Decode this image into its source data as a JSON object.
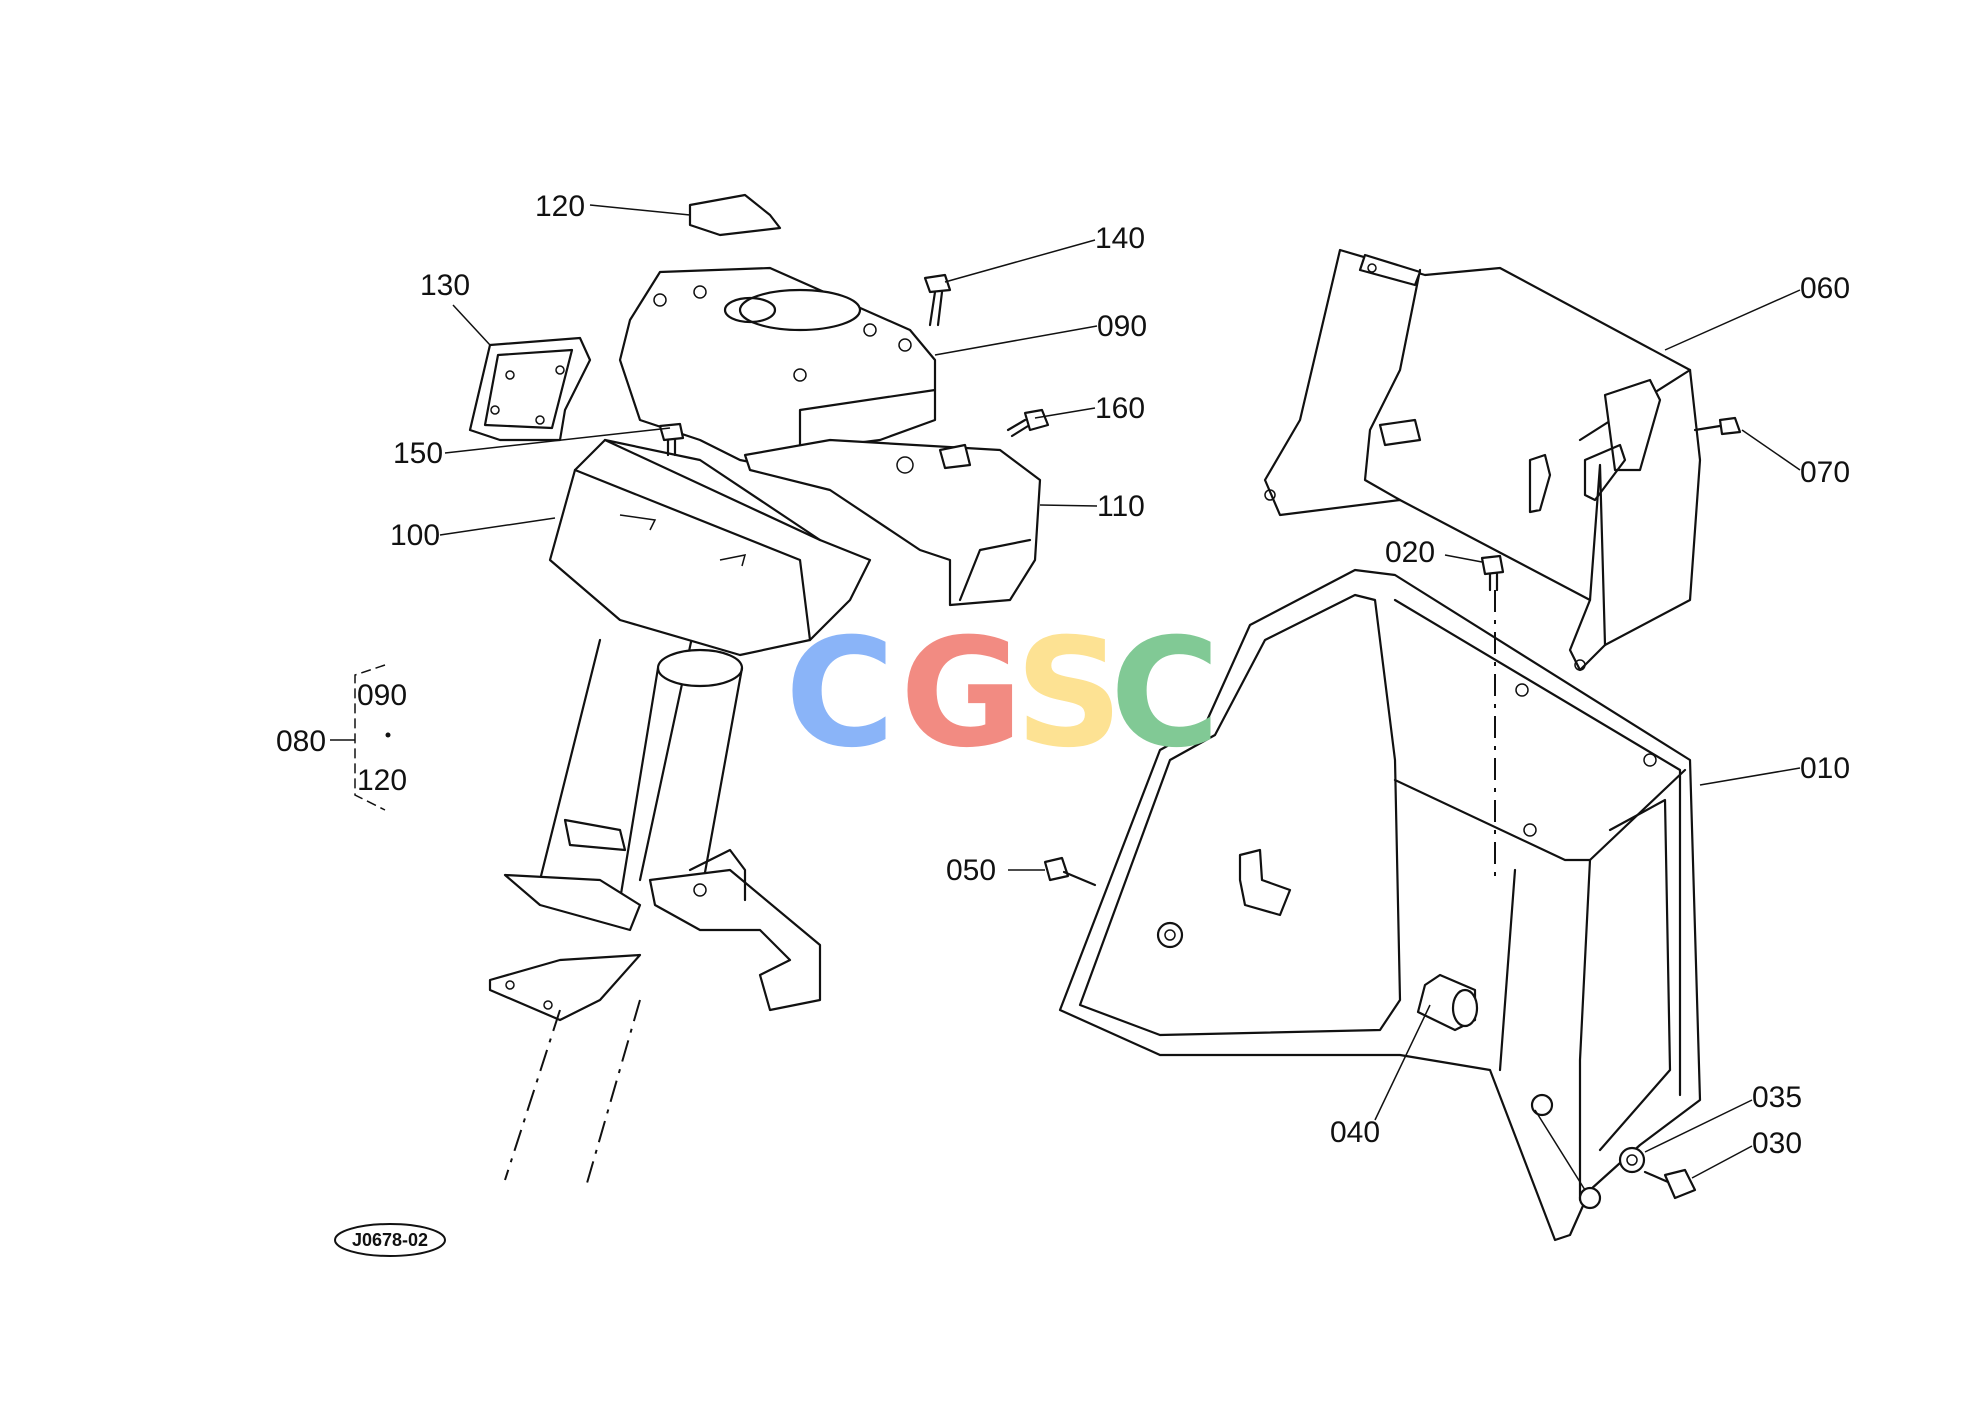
{
  "diagram": {
    "labels": {
      "l010": "010",
      "l020": "020",
      "l030": "030",
      "l035": "035",
      "l040": "040",
      "l050": "050",
      "l060": "060",
      "l070": "070",
      "l080": "080",
      "l080_a": "090",
      "l080_b": "120",
      "l090": "090",
      "l100": "100",
      "l110": "110",
      "l120": "120",
      "l130": "130",
      "l140": "140",
      "l150": "150",
      "l160": "160"
    },
    "drawing_code": "J0678-02",
    "watermark": {
      "letters": [
        "C",
        "G",
        "S",
        "C"
      ],
      "colors": [
        "#8ab4f8",
        "#f28b82",
        "#fde293",
        "#81c995"
      ]
    }
  }
}
